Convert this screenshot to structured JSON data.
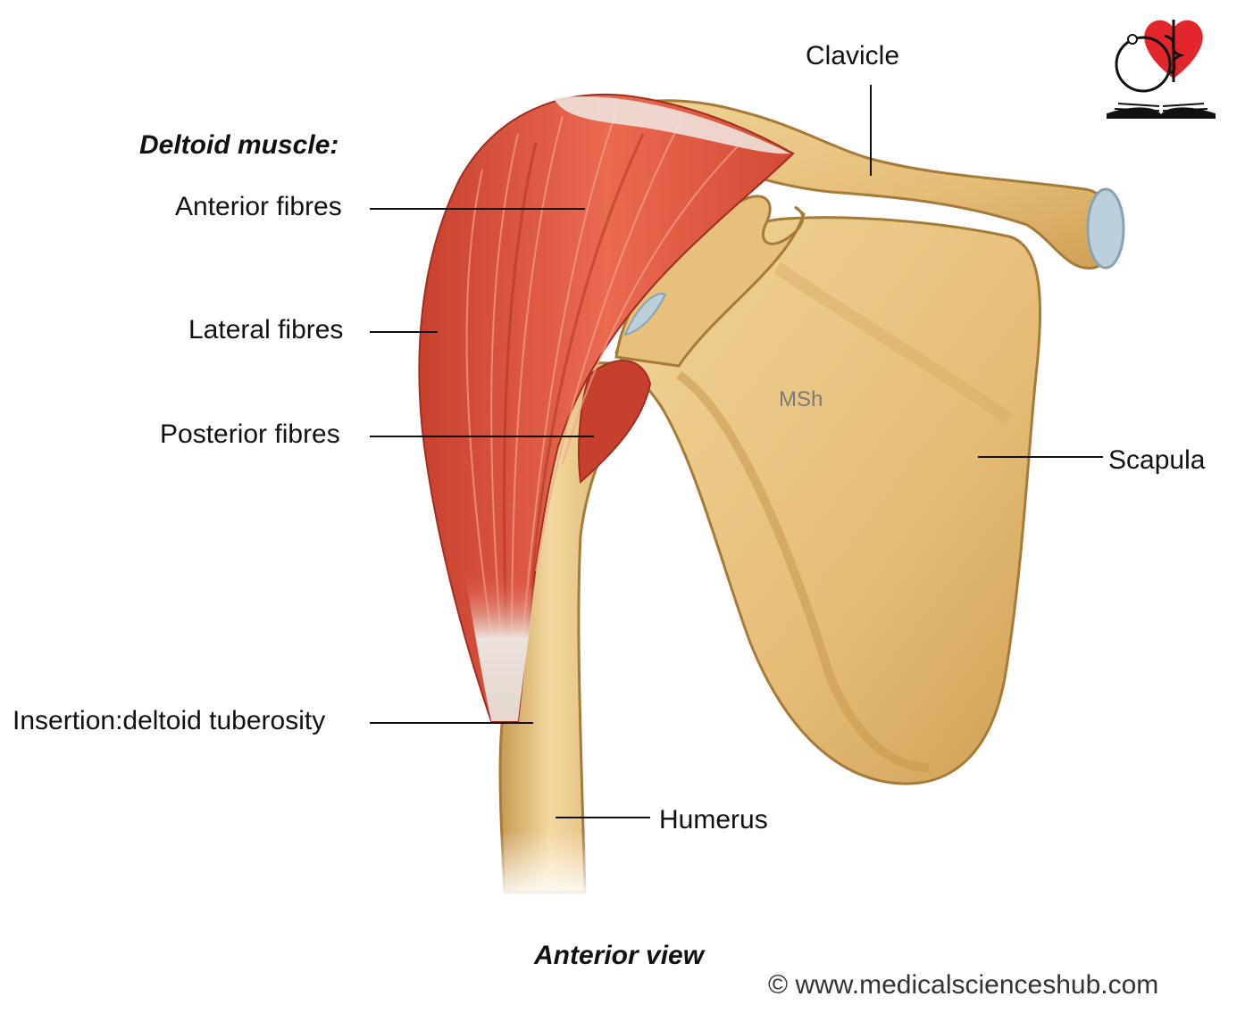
{
  "heading": "Deltoid muscle:",
  "labels": {
    "anterior": "Anterior fibres",
    "lateral": "Lateral fibres",
    "posterior": "Posterior fibres",
    "insertion": "Insertion:deltoid tuberosity",
    "clavicle": "Clavicle",
    "scapula": "Scapula",
    "humerus": "Humerus"
  },
  "watermark": "MSh",
  "view": "Anterior view",
  "copyright": "© www.medicalscienceshub.com",
  "colors": {
    "bone": "#e8c27e",
    "bone_shadow": "#b58a44",
    "muscle": "#e0553c",
    "muscle_dark": "#b8392a",
    "tendon": "#eee6e0",
    "cartilage": "#bcd0dc",
    "heart": "#e2262b"
  }
}
